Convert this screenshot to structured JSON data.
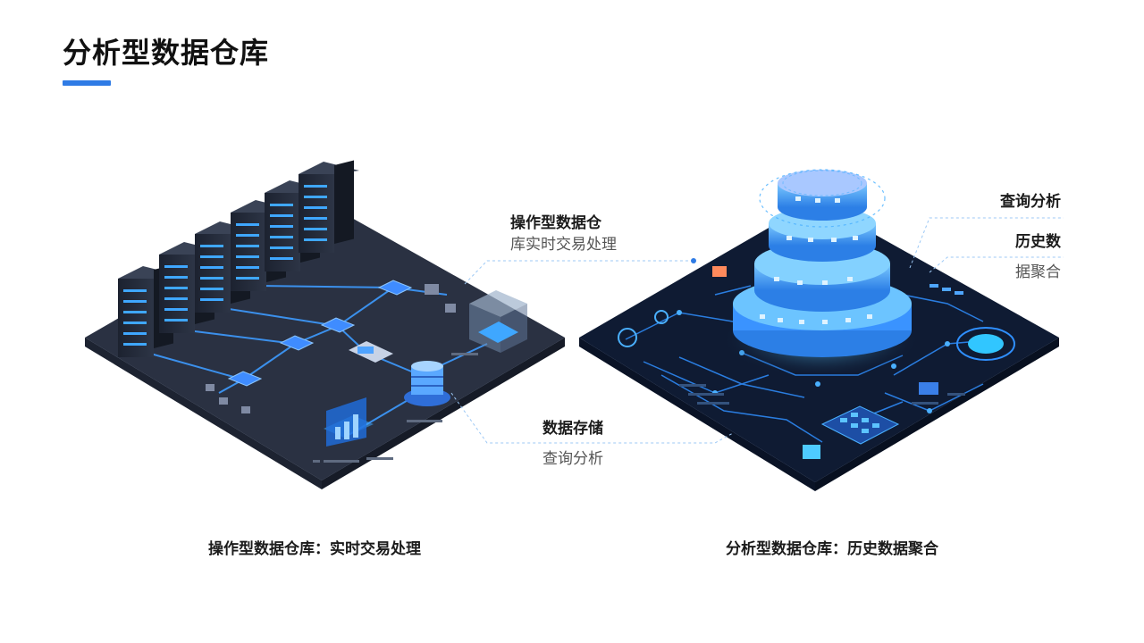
{
  "page": {
    "title": "分析型数据仓库"
  },
  "left_panel": {
    "callout": {
      "line1": "操作型数据仓",
      "line2": "库实时交易处理"
    },
    "caption": "操作型数据仓库：实时交易处理"
  },
  "middle_callout": {
    "line1": "数据存储",
    "line2": "查询分析"
  },
  "right_panel": {
    "callout_top": "查询分析",
    "callout_mid_line1": "历史数",
    "callout_mid_line2": "据聚合",
    "caption": "分析型数据仓库：历史数据聚合"
  },
  "colors": {
    "accent": "#2f7be5",
    "board": "#2a3142",
    "board_dark": "#0f1b33",
    "glow": "#35a4ff"
  }
}
